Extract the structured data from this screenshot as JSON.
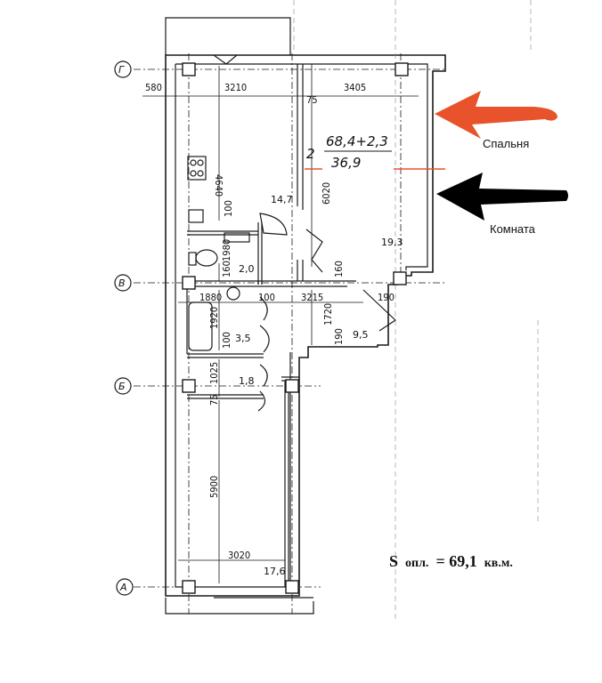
{
  "axes": {
    "g": "Г",
    "v": "В",
    "b": "Б",
    "a": "А"
  },
  "dimensions": {
    "d580": "580",
    "d3210": "3210",
    "d75a": "75",
    "d3405": "3405",
    "d4640": "4640",
    "d6020": "6020",
    "d100a": "100",
    "d1980": "1980",
    "d160a": "160",
    "d160b": "160",
    "d1880": "1880",
    "d100b": "100",
    "d3215": "3215",
    "d190a": "190",
    "d1720": "1720",
    "d1920": "1920",
    "d100c": "100",
    "d190b": "190",
    "d1025": "1025",
    "d75b": "75",
    "d5900": "5900",
    "d3020": "3020"
  },
  "apartment": {
    "number": "2",
    "area_total": "68,4+2,3",
    "area_living": "36,9"
  },
  "rooms": {
    "kitchen": "14,7",
    "bedroom": "19,3",
    "wc": "2,0",
    "bath": "3,5",
    "closet": "9,5",
    "hall": "1,8",
    "room": "17,6"
  },
  "labels": {
    "bedroom": "Спальня",
    "room": "Комната"
  },
  "total": {
    "s": "S",
    "opl": "опл.",
    "eq": "= 69,1",
    "unit": "кв.м."
  },
  "colors": {
    "red_arrow": "#e8532b",
    "black_arrow": "#000000",
    "lines": "#1a1a1a"
  }
}
